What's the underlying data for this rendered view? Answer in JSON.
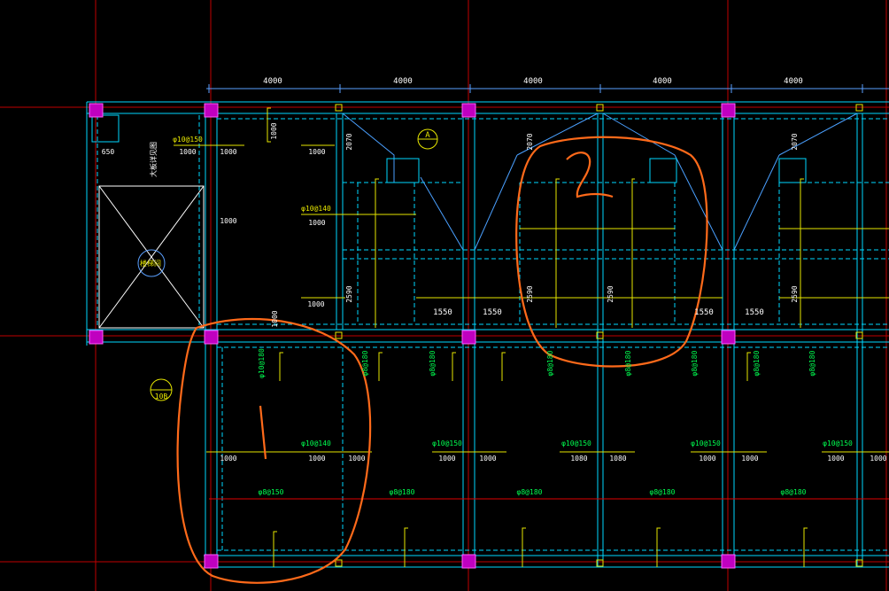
{
  "drawing": {
    "colors": {
      "background": "#000000",
      "axis": "#c00000",
      "beam": "#00d8ff",
      "beam_dashed": "#00d8ff",
      "rebar": "#ffff00",
      "rebar_text": "#ffffff",
      "rebar_green": "#00ff50",
      "column": "#c000c0",
      "dim_text": "#ffffff",
      "markup": "#ff6a1a",
      "guide": "#1a7cff"
    },
    "span_dimensions": [
      "4000",
      "4000",
      "4000",
      "4000",
      "4000"
    ],
    "small_dimensions": [
      "650"
    ],
    "vertical_dimensions": [
      "2070",
      "2070",
      "2070",
      "2590",
      "2590",
      "2590"
    ],
    "opening_dimensions": [
      "1550",
      "1550",
      "1550",
      "1550"
    ],
    "rebar_labels_top": [
      "φ10@150",
      "1000",
      "1000",
      "1000",
      "φ10@140",
      "1000",
      "1000",
      "1000",
      "1000",
      "1000"
    ],
    "rebar_labels_mid": [
      "φ10@180",
      "φ8@180",
      "φ8@180",
      "φ8@180",
      "φ8@180",
      "φ8@180",
      "φ8@180",
      "φ8@180"
    ],
    "rebar_labels_lower": [
      "φ10@140",
      "φ10@150",
      "φ10@150",
      "φ10@150",
      "φ10@150"
    ],
    "lower_lengths": [
      "1000",
      "1000",
      "1000",
      "1000",
      "1000",
      "1080",
      "1080",
      "1000",
      "1000",
      "1000",
      "1000"
    ],
    "distribution_labels": [
      "φ8@150",
      "φ8@180",
      "φ8@180",
      "φ8@180",
      "φ8@180"
    ],
    "stair_label": "楼梯间",
    "vertical_note": "大板详见图",
    "grid_bubbles": [
      "A",
      "10B"
    ],
    "markup_numbers": [
      "1",
      "2"
    ]
  }
}
